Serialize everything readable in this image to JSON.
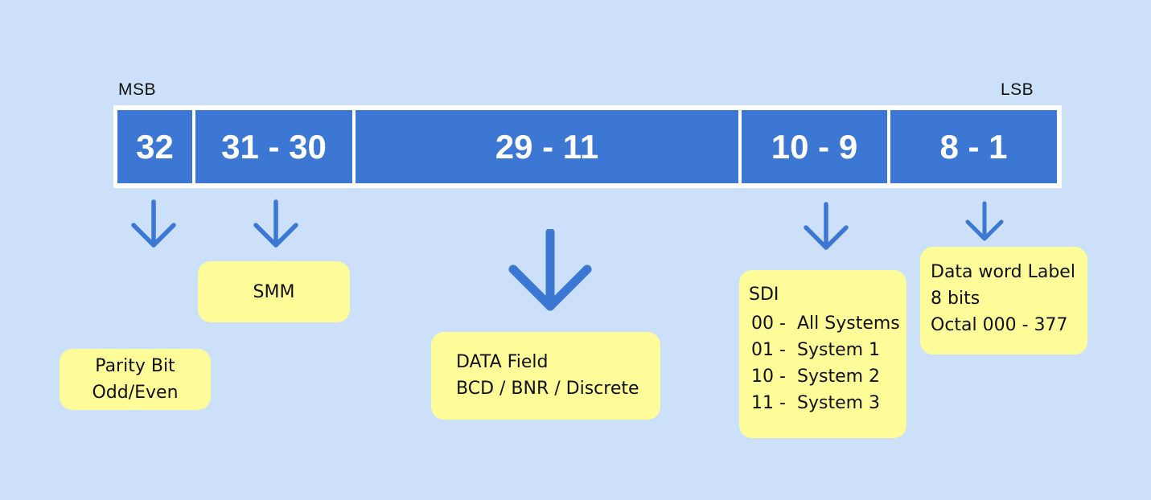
{
  "labels": {
    "msb": "MSB",
    "lsb": "LSB"
  },
  "fields": [
    {
      "bits": "32"
    },
    {
      "bits": "31 - 30"
    },
    {
      "bits": "29 - 11"
    },
    {
      "bits": "10 - 9"
    },
    {
      "bits": "8 - 1"
    }
  ],
  "notes": {
    "parity": {
      "line1": "Parity Bit",
      "line2": "Odd/Even"
    },
    "smm": {
      "text": "SMM"
    },
    "data": {
      "line1": "DATA Field",
      "line2": "BCD / BNR / Discrete"
    },
    "sdi": {
      "title": "SDI",
      "rows": [
        {
          "code": "00 -",
          "desc": "All Systems"
        },
        {
          "code": "01  -",
          "desc": "System 1"
        },
        {
          "code": "10  -",
          "desc": "System 2"
        },
        {
          "code": "11   -",
          "desc": "System 3"
        }
      ]
    },
    "label": {
      "line1": "Data word Label",
      "line2": "8 bits",
      "line3": "Octal 000 - 377"
    }
  },
  "colors": {
    "background": "#cce0fa",
    "field_fill": "#3c78d3",
    "arrow": "#3c78d3",
    "note_fill": "#fdfc99"
  }
}
